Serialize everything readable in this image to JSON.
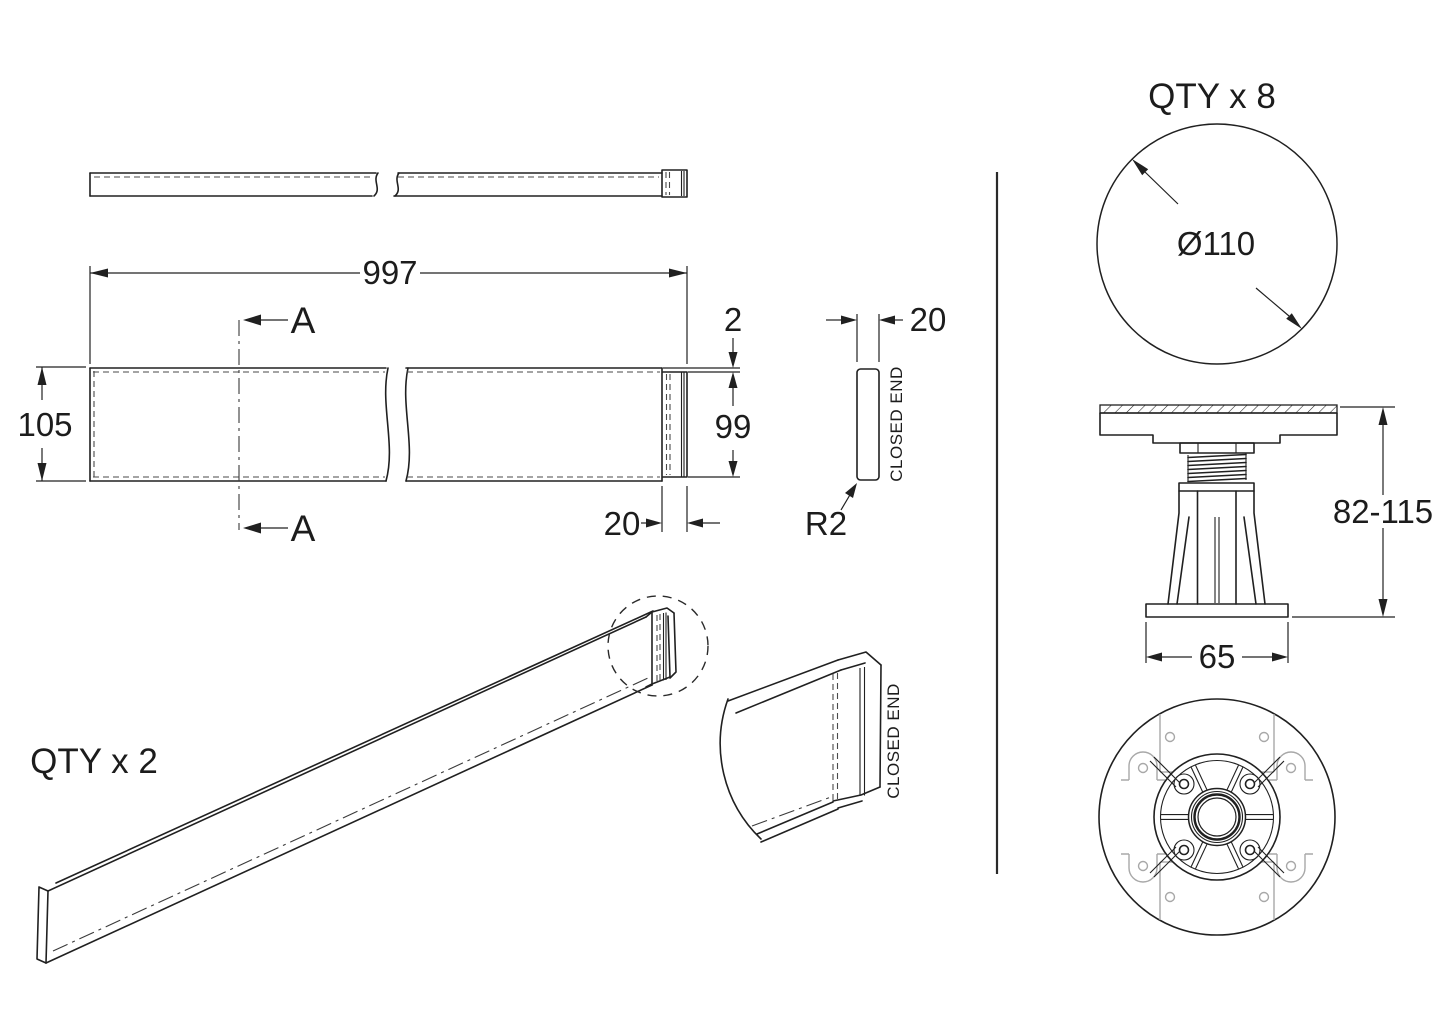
{
  "labels": {
    "qty_panel": "QTY x 2",
    "qty_leg": "QTY x 8",
    "section_a": "A",
    "closed_end": "CLOSED END"
  },
  "dims": {
    "length": "997",
    "height": "105",
    "top_gap": "2",
    "end_height": "99",
    "end_width": "20",
    "side_width": "20",
    "radius": "R2",
    "diameter": "Ø110",
    "height_range": "82-115",
    "base_width": "65"
  },
  "colors": {
    "line": "#202020",
    "light_line": "#a8a8a8",
    "background": "#ffffff"
  }
}
